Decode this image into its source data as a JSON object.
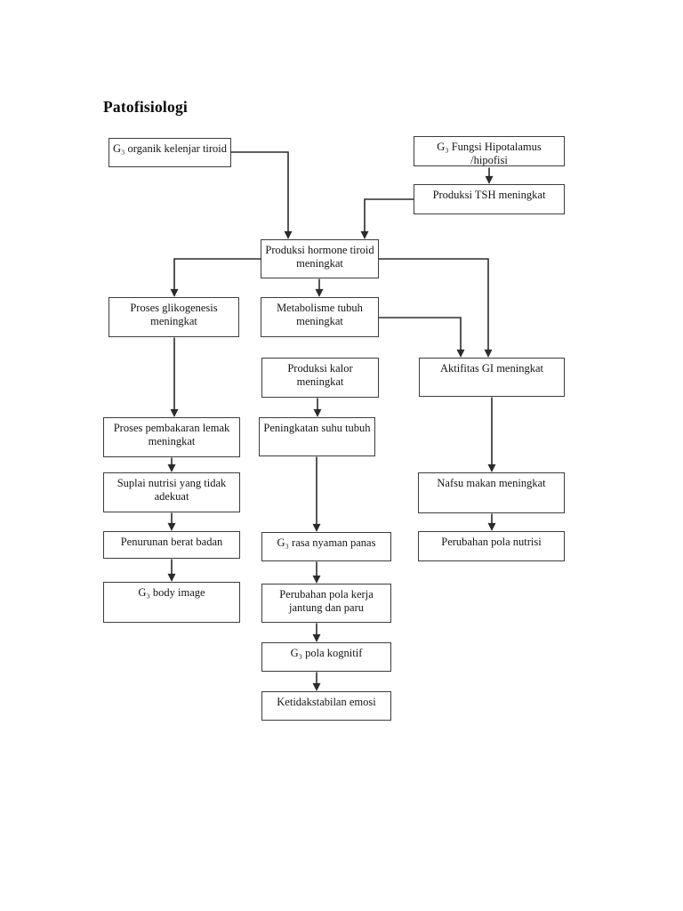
{
  "page": {
    "title": "Patofisiologi",
    "background": "#ffffff"
  },
  "flowchart": {
    "box_border_color": "#3d3d3d",
    "line_color": "#2b2b2b",
    "nodes": {
      "organik": {
        "label": "G₃ organik kelenjar tiroid"
      },
      "fungsi": {
        "label": "G₃ Fungsi Hipotalamus /hipofisi"
      },
      "tsh": {
        "label": "Produksi TSH meningkat"
      },
      "hormone": {
        "label": "Produksi hormone tiroid meningkat"
      },
      "glikogenesis": {
        "label": "Proses glikogenesis meningkat"
      },
      "metabolisme": {
        "label": "Metabolisme tubuh meningkat"
      },
      "kalor": {
        "label": "Produksi kalor meningkat"
      },
      "aktifitas": {
        "label": "Aktifitas GI meningkat"
      },
      "pembakaran": {
        "label": "Proses pembakaran lemak meningkat"
      },
      "suhu": {
        "label": "Peningkatan suhu tubuh"
      },
      "suplai": {
        "label": "Suplai nutrisi yang tidak adekuat"
      },
      "nafsu": {
        "label": "Nafsu makan meningkat"
      },
      "penurunan": {
        "label": "Penurunan berat badan"
      },
      "rasa": {
        "label": "G₃ rasa nyaman panas"
      },
      "nutrisi": {
        "label": "Perubahan pola nutrisi"
      },
      "bodyimage": {
        "label": "G₃ body image"
      },
      "kerja": {
        "label": "Perubahan pola kerja jantung dan paru"
      },
      "kognitif": {
        "label": "G₃ pola kognitif"
      },
      "emosi": {
        "label": "Ketidakstabilan emosi"
      }
    },
    "edges": [
      {
        "from": "organik",
        "to": "hormone"
      },
      {
        "from": "fungsi",
        "to": "tsh"
      },
      {
        "from": "tsh",
        "to": "hormone"
      },
      {
        "from": "hormone",
        "to": "glikogenesis"
      },
      {
        "from": "hormone",
        "to": "metabolisme"
      },
      {
        "from": "hormone",
        "to": "aktifitas"
      },
      {
        "from": "metabolisme",
        "to": "aktifitas"
      },
      {
        "from": "glikogenesis",
        "to": "pembakaran"
      },
      {
        "from": "pembakaran",
        "to": "suplai"
      },
      {
        "from": "suplai",
        "to": "penurunan"
      },
      {
        "from": "penurunan",
        "to": "bodyimage"
      },
      {
        "from": "kalor",
        "to": "suhu"
      },
      {
        "from": "suhu",
        "to": "rasa"
      },
      {
        "from": "rasa",
        "to": "kerja"
      },
      {
        "from": "kerja",
        "to": "kognitif"
      },
      {
        "from": "kognitif",
        "to": "emosi"
      },
      {
        "from": "aktifitas",
        "to": "nafsu"
      },
      {
        "from": "nafsu",
        "to": "nutrisi"
      }
    ]
  }
}
